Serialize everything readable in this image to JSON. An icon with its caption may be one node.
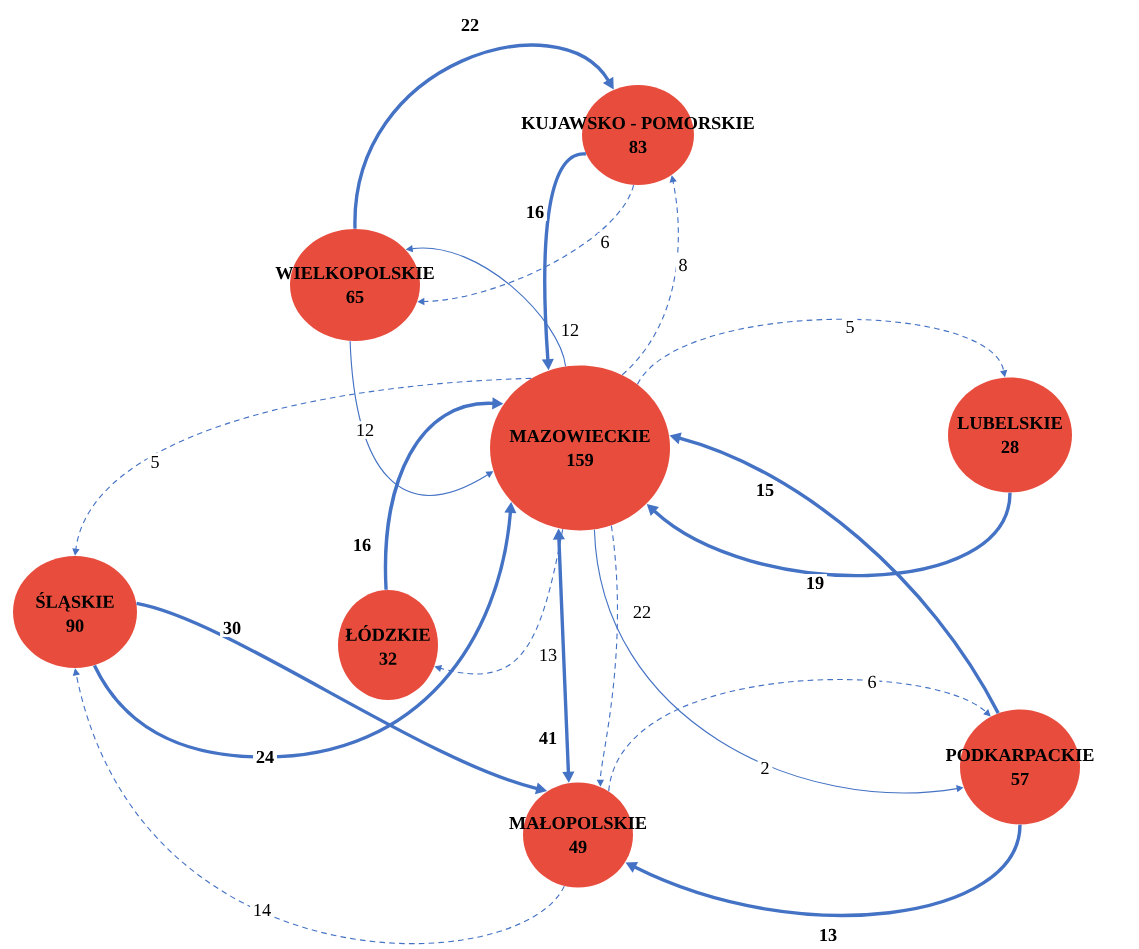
{
  "diagram": {
    "nodes": [
      {
        "text": [
          "KUJAWSKO - POMORSKIE",
          "83"
        ]
      },
      {
        "text": [
          "WIELKOPOLSKIE",
          "65"
        ]
      },
      {
        "text": [
          "MAZOWIECKIE",
          "159"
        ]
      },
      {
        "text": [
          "LUBELSKIE",
          "28"
        ]
      },
      {
        "text": [
          "ŚLĄSKIE",
          "90"
        ]
      },
      {
        "text": [
          "ŁÓDZKIE",
          "32"
        ]
      },
      {
        "text": [
          "PODKARPACKIE",
          "57"
        ]
      },
      {
        "text": [
          "MAŁOPOLSKIE",
          "49"
        ]
      }
    ],
    "edges": [
      {
        "from": 1,
        "to": 0,
        "arrow": "to",
        "label": "22",
        "style": "thick"
      },
      {
        "from": 0,
        "to": 2,
        "arrow": "to",
        "label": "16",
        "style": "thick"
      },
      {
        "from": 0,
        "to": 1,
        "arrow": "to",
        "label": "6",
        "style": "dashed"
      },
      {
        "from": 2,
        "to": 0,
        "arrow": "to",
        "label": "8",
        "style": "dashed"
      },
      {
        "from": 2,
        "to": 1,
        "arrow": "to",
        "label": "12"
      },
      {
        "from": 1,
        "to": 2,
        "arrow": "to",
        "label": "12"
      },
      {
        "from": 2,
        "to": 4,
        "arrow": "to",
        "label": "5",
        "style": "dashed"
      },
      {
        "from": 5,
        "to": 2,
        "arrow": "to",
        "label": "16",
        "style": "thick"
      },
      {
        "from": 2,
        "to": 3,
        "arrow": "to",
        "label": "5",
        "style": "dashed"
      },
      {
        "from": 6,
        "to": 2,
        "arrow": "to",
        "label": "15",
        "style": "thick"
      },
      {
        "from": 3,
        "to": 2,
        "arrow": "to",
        "label": "19",
        "style": "thick"
      },
      {
        "from": 4,
        "to": 7,
        "arrow": "to",
        "label": "30",
        "style": "thick"
      },
      {
        "from": 4,
        "to": 2,
        "arrow": "to",
        "label": "24",
        "style": "thick"
      },
      {
        "from": 7,
        "to": 2,
        "arrow": "both",
        "label": "41",
        "style": "thick"
      },
      {
        "from": 2,
        "to": 5,
        "arrow": "to",
        "label": "13",
        "style": "dashed"
      },
      {
        "from": 2,
        "to": 7,
        "arrow": "to",
        "label": "22",
        "style": "dashed"
      },
      {
        "from": 2,
        "to": 6,
        "arrow": "to",
        "label": "2"
      },
      {
        "from": 7,
        "to": 6,
        "arrow": "to",
        "label": "6",
        "style": "dashed"
      },
      {
        "from": 6,
        "to": 7,
        "arrow": "to",
        "label": "13",
        "style": "thick"
      },
      {
        "from": 7,
        "to": 4,
        "arrow": "to",
        "label": "14",
        "style": "dashed"
      }
    ]
  }
}
